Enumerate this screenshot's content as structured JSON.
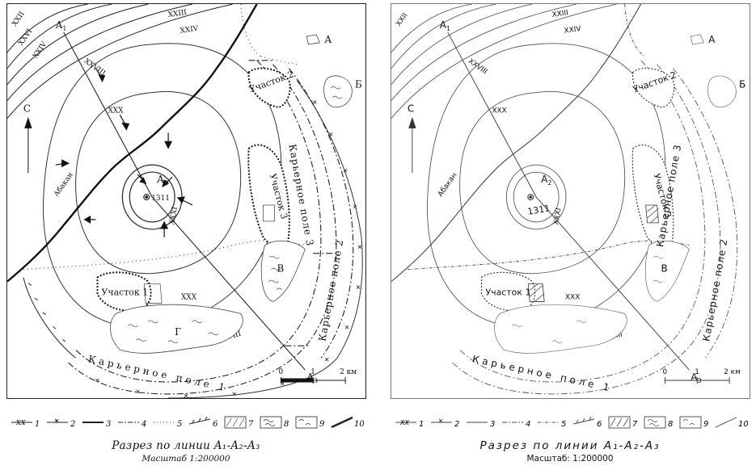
{
  "map_labels": {
    "point_a1": "A",
    "point_a1_sub": "1",
    "point_a2": "A",
    "point_a2_sub": "2",
    "point_a3": "A",
    "point_a3_sub": "3",
    "north": "С",
    "zone_a": "А",
    "zone_b": "Б",
    "zone_v": "В",
    "zone_g": "Г",
    "river": "Абакан",
    "well": "1311",
    "site_1": "Участок 1",
    "site_2": "Участок 2",
    "site_3": "Участок 3",
    "field_1": "Карьерное поле 1",
    "field_2": "Карьерное поле 2",
    "field_3": "Карьерное поле 3",
    "iso_xxii": "XXII",
    "iso_xxiii": "XXIII",
    "iso_xxiv": "XXIV",
    "iso_xxvi": "XXVI",
    "iso_xxviii": "XXVIII",
    "iso_xxx": "XXX",
    "iso_xxxi": "XXXI",
    "scale_0": "0",
    "scale_1": "1",
    "scale_2": "2 км"
  },
  "legend": {
    "items": [
      "1",
      "2",
      "3",
      "4",
      "5",
      "6",
      "7",
      "8",
      "9",
      "10"
    ],
    "xx_label": "XX"
  },
  "captions": {
    "title_left": "Разрез по линии A₁-A₂-A₃",
    "scale_left": "Масштаб 1:200000",
    "title_right": "Разрез по линии A₁-A₂-A₃",
    "scale_right": "Масштаб: 1:200000"
  }
}
